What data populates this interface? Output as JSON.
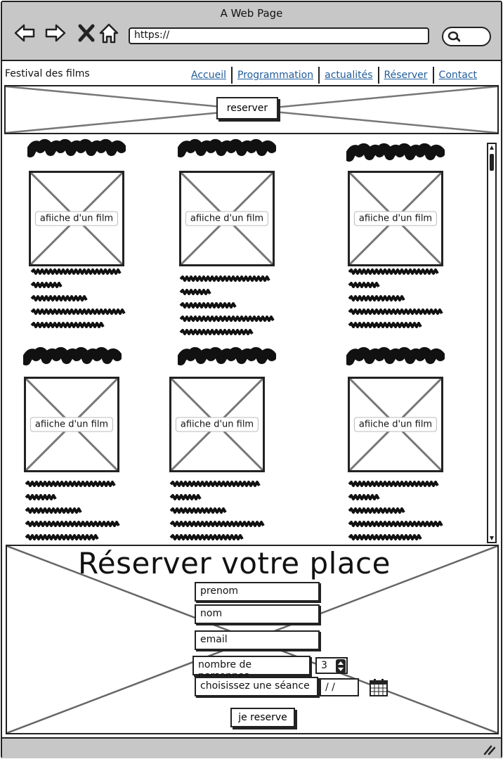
{
  "window": {
    "title": "A Web Page"
  },
  "browser": {
    "url": "https://",
    "icons": [
      "back-arrow-icon",
      "forward-arrow-icon",
      "close-x-icon",
      "home-icon",
      "search-icon"
    ]
  },
  "site": {
    "name": "Festival des films"
  },
  "menu": {
    "items": [
      "Accueil",
      "Programmation",
      "actualités",
      "Réserver",
      "Contact"
    ]
  },
  "hero": {
    "button_label": "reserver"
  },
  "films": {
    "poster_label": "afiiche d'un film",
    "count": 6
  },
  "reservation": {
    "title": "Réserver votre place",
    "prenom_placeholder": "prenom",
    "nom_placeholder": "nom",
    "email_placeholder": "email",
    "persons_label": "nombre de personnes",
    "persons_value": "3",
    "seance_label": "choisissez une séance",
    "date_value": " /  /",
    "submit_label": "je reserve"
  },
  "colors": {
    "chrome": "#c7c7c7",
    "link": "#1f5c99",
    "ink": "#222222"
  }
}
